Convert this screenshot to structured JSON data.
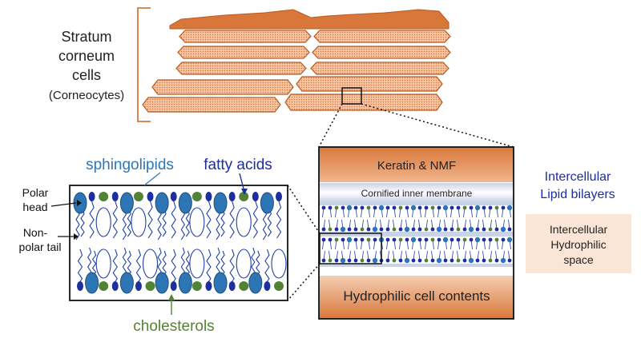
{
  "stratum": {
    "line1": "Stratum",
    "line2": "corneum",
    "line3": "cells",
    "line4": "(Corneocytes)"
  },
  "lipid_labels": {
    "sphingolipids": "sphingolipids",
    "fatty_acids": "fatty acids",
    "cholesterols": "cholesterols",
    "polar_head_1": "Polar",
    "polar_head_2": "head",
    "nonpolar_1": "Non-",
    "nonpolar_2": "polar tail"
  },
  "zoom_box": {
    "keratin": "Keratin & NMF",
    "cornified": "Cornified inner membrane",
    "hydrophilic_cell": "Hydrophilic cell contents"
  },
  "right_labels": {
    "intercellular_1": "Intercellular",
    "lipid_bilayers": "Lipid bilayers",
    "hydrophilic_1": "Intercellular",
    "hydrophilic_2": "Hydrophilic",
    "hydrophilic_3": "space"
  },
  "colors": {
    "orange": "#D9773A",
    "orange_dark": "#B85A20",
    "sphingo_blue": "#2E75B6",
    "fatty_blue": "#1F2E9E",
    "tail_blue": "#1F3FA8",
    "chol_green": "#548235",
    "space_fill": "#FBE5D6"
  }
}
